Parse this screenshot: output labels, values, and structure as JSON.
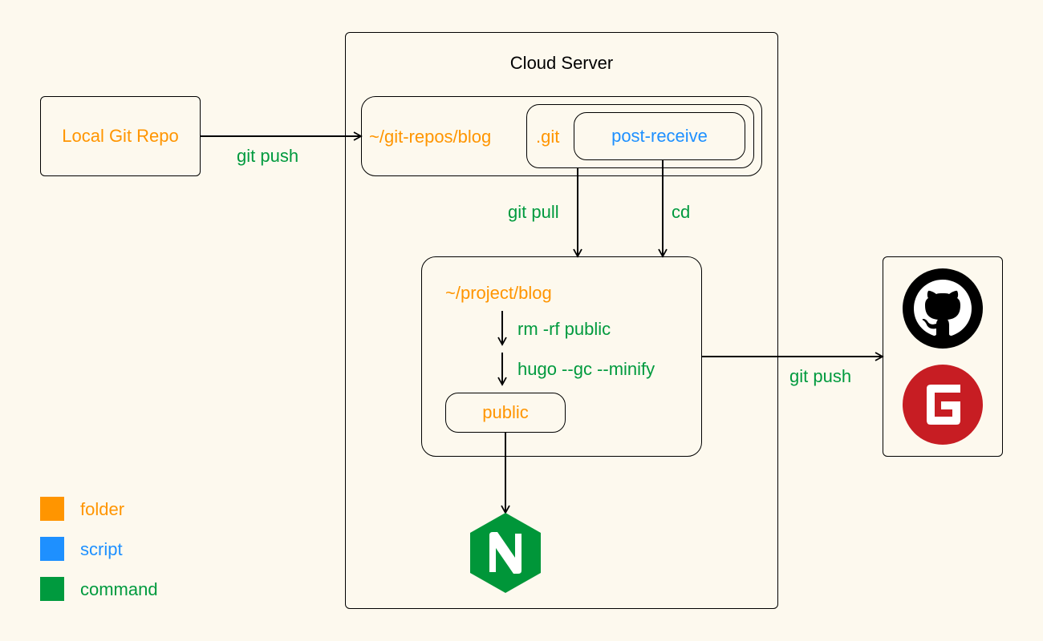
{
  "colors": {
    "folder": "#ff9500",
    "script": "#1e90ff",
    "command": "#009a3e",
    "background": "#fdf9ee",
    "github": "#000000",
    "gitee": "#c71d23",
    "nginx": "#009639"
  },
  "cloud_server": {
    "title": "Cloud Server"
  },
  "local_repo": {
    "label": "Local Git Repo"
  },
  "git_repos": {
    "path": "~/git-repos/blog",
    "git_dir": ".git",
    "hook": "post-receive"
  },
  "project": {
    "path": "~/project/blog",
    "step1": "rm -rf public",
    "step2": "hugo --gc --minify",
    "output": "public"
  },
  "edges": {
    "local_push": "git push",
    "pull": "git pull",
    "cd": "cd",
    "remote_push": "git push"
  },
  "remotes": {
    "icons": [
      "github-icon",
      "gitee-icon"
    ]
  },
  "server_icon": "nginx-icon",
  "legend": [
    {
      "label": "folder",
      "color": "#ff9500"
    },
    {
      "label": "script",
      "color": "#1e90ff"
    },
    {
      "label": "command",
      "color": "#009a3e"
    }
  ]
}
